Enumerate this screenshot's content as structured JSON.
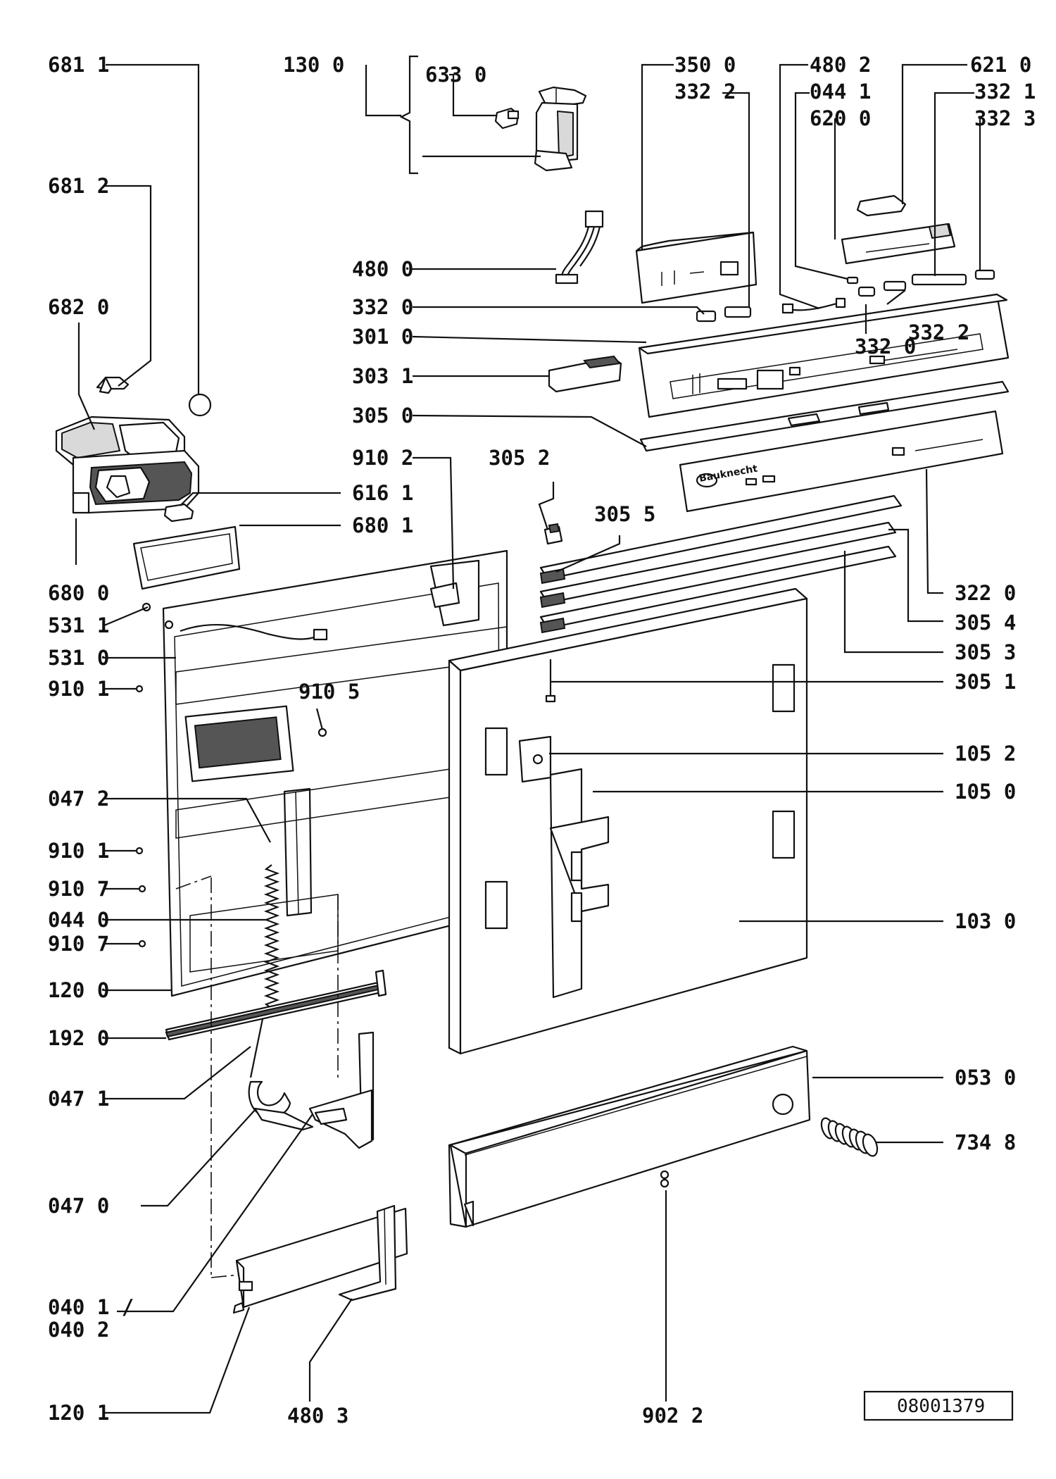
{
  "drawing_number": "08001379",
  "brand_text": "Bauknecht",
  "labels": {
    "l6811": "681 1",
    "l1300": "130 0",
    "l6330": "633 0",
    "l3500": "350 0",
    "l4802": "480 2",
    "l6210": "621 0",
    "l3322a": "332 2",
    "l0441": "044 1",
    "l3321": "332 1",
    "l6200": "620 0",
    "l3323": "332 3",
    "l6812": "681 2",
    "l6820": "682 0",
    "l4800": "480 0",
    "l3320a": "332 0",
    "l3010": "301 0",
    "l3031": "303 1",
    "l3320b": "332 0",
    "l3322b": "332 2",
    "l3050": "305 0",
    "l9102": "910 2",
    "l3052": "305 2",
    "l6161": "616 1",
    "l3055": "305 5",
    "l6801": "680 1",
    "l6800": "680 0",
    "l3220": "322 0",
    "l5311": "531 1",
    "l3054": "305 4",
    "l5310": "531 0",
    "l3053": "305 3",
    "l9101a": "910 1",
    "l9105": "910 5",
    "l3051": "305 1",
    "l1052": "105 2",
    "l0472": "047 2",
    "l1050": "105 0",
    "l9101b": "910 1",
    "l9107a": "910 7",
    "l0440": "044 0",
    "l1030": "103 0",
    "l9107b": "910 7",
    "l1200": "120 0",
    "l1920": "192 0",
    "l0530": "053 0",
    "l0471": "047 1",
    "l7348": "734 8",
    "l0470": "047 0",
    "l0401": "040 1 /",
    "l0402": "040 2",
    "l1201": "120 1",
    "l4803": "480 3",
    "l9022": "902 2"
  }
}
